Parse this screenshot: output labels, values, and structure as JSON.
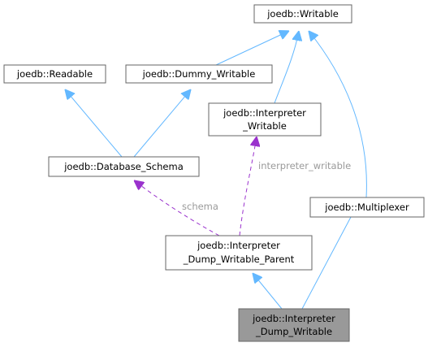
{
  "colors": {
    "inherit_edge": "#63b8ff",
    "usage_edge": "#9a32cd",
    "node_fill": "#ffffff",
    "highlight_fill": "#999999",
    "border": "#666666",
    "edge_label": "#9a9a9a"
  },
  "nodes": {
    "writable": {
      "lines": [
        "joedb::Writable"
      ]
    },
    "readable": {
      "lines": [
        "joedb::Readable"
      ]
    },
    "dummy_writable": {
      "lines": [
        "joedb::Dummy_Writable"
      ]
    },
    "interpreter_writable": {
      "lines": [
        "joedb::Interpreter",
        "_Writable"
      ]
    },
    "database_schema": {
      "lines": [
        "joedb::Database_Schema"
      ]
    },
    "multiplexer": {
      "lines": [
        "joedb::Multiplexer"
      ]
    },
    "dump_writable_parent": {
      "lines": [
        "joedb::Interpreter",
        "_Dump_Writable_Parent"
      ]
    },
    "dump_writable": {
      "lines": [
        "joedb::Interpreter",
        "_Dump_Writable"
      ],
      "highlighted": true
    }
  },
  "edge_labels": {
    "schema": "schema",
    "interpreter_writable": "interpreter_writable"
  }
}
